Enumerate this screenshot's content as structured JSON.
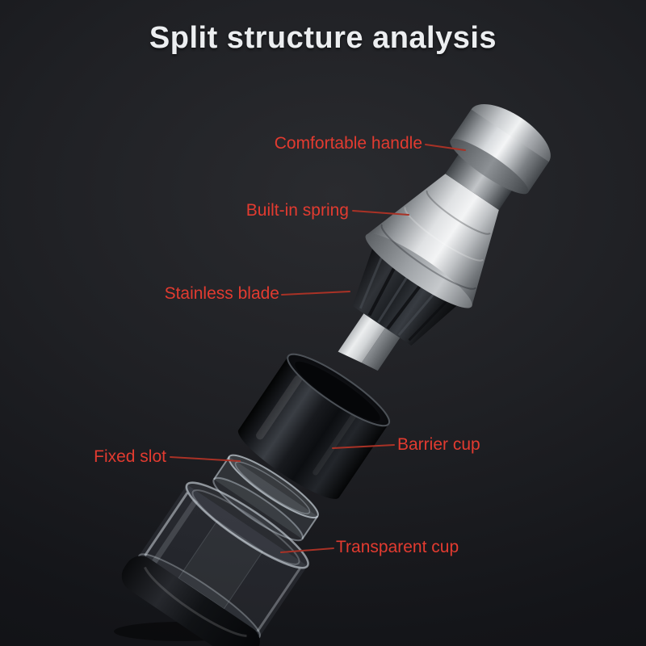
{
  "title": "Split structure analysis",
  "labels": [
    {
      "id": "comfortable-handle",
      "text": "Comfortable handle"
    },
    {
      "id": "built-in-spring",
      "text": "Built-in spring"
    },
    {
      "id": "stainless-blade",
      "text": "Stainless blade"
    },
    {
      "id": "barrier-cup",
      "text": "Barrier cup"
    },
    {
      "id": "fixed-slot",
      "text": "Fixed slot"
    },
    {
      "id": "transparent-cup",
      "text": "Transparent cup"
    }
  ],
  "colors": {
    "title_text": "#eceef0",
    "label_text": "#e23b30",
    "leader_line": "#a93226",
    "background": "#1a1b1e"
  }
}
